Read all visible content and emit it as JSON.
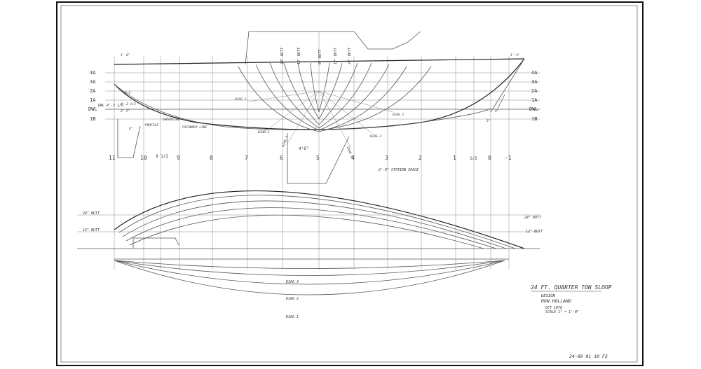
{
  "drawing": {
    "title_block": {
      "title": "24 FT. QUARTER TON SLOOP",
      "design_label": "DESIGN",
      "designer": "RON HOLLAND",
      "date": "OCT 1976",
      "scale": "SCALE 1\" = 1'-0\""
    },
    "sheet_number": "24-09 01 10 F3",
    "waterline_labels_left": [
      "4A",
      "3A",
      "2A",
      "1A",
      "DWL",
      "1B"
    ],
    "waterline_labels_right": [
      "4A",
      "3A",
      "2A",
      "1A",
      "DWL",
      "1B"
    ],
    "dwl_note": "DWL 4'-2 1/2",
    "station_labels": [
      "11",
      "10",
      "9 1/2",
      "9",
      "8",
      "7",
      "6",
      "5",
      "4",
      "3",
      "2",
      "1",
      "1/2",
      "0",
      "-1"
    ],
    "station_spacing": "2'-0\" STATION SPACE",
    "buttock_labels_top": [
      "24\" BUTT",
      "12\" BUTT",
      "0\" BUTT",
      "12\" BUTT",
      "24\" BUTT"
    ],
    "buttock_labels_profile": [
      "24\" BUTT",
      "12\" BUTT",
      "24\" BUTT",
      "12\" BUTT"
    ],
    "diagonal_labels": [
      "DIAG 3",
      "DIAG 2",
      "DIAG 1"
    ],
    "diag_body_labels": [
      "DIAG 1",
      "DIAG 2",
      "DIAG 3",
      "DIAG 1",
      "DIAG 2",
      "DIAG 3"
    ],
    "half_breadth_dim": "4'6\"",
    "annotations": [
      "PROFILE",
      "SHEERLINE",
      "FAIRBODY LINE"
    ],
    "dims_left": [
      "1'-0\"",
      "0-2",
      "4'-2 1/2",
      "2'-5\"",
      "6\""
    ],
    "dims_right": [
      "1'-3\"",
      "4\"",
      "3\""
    ]
  }
}
